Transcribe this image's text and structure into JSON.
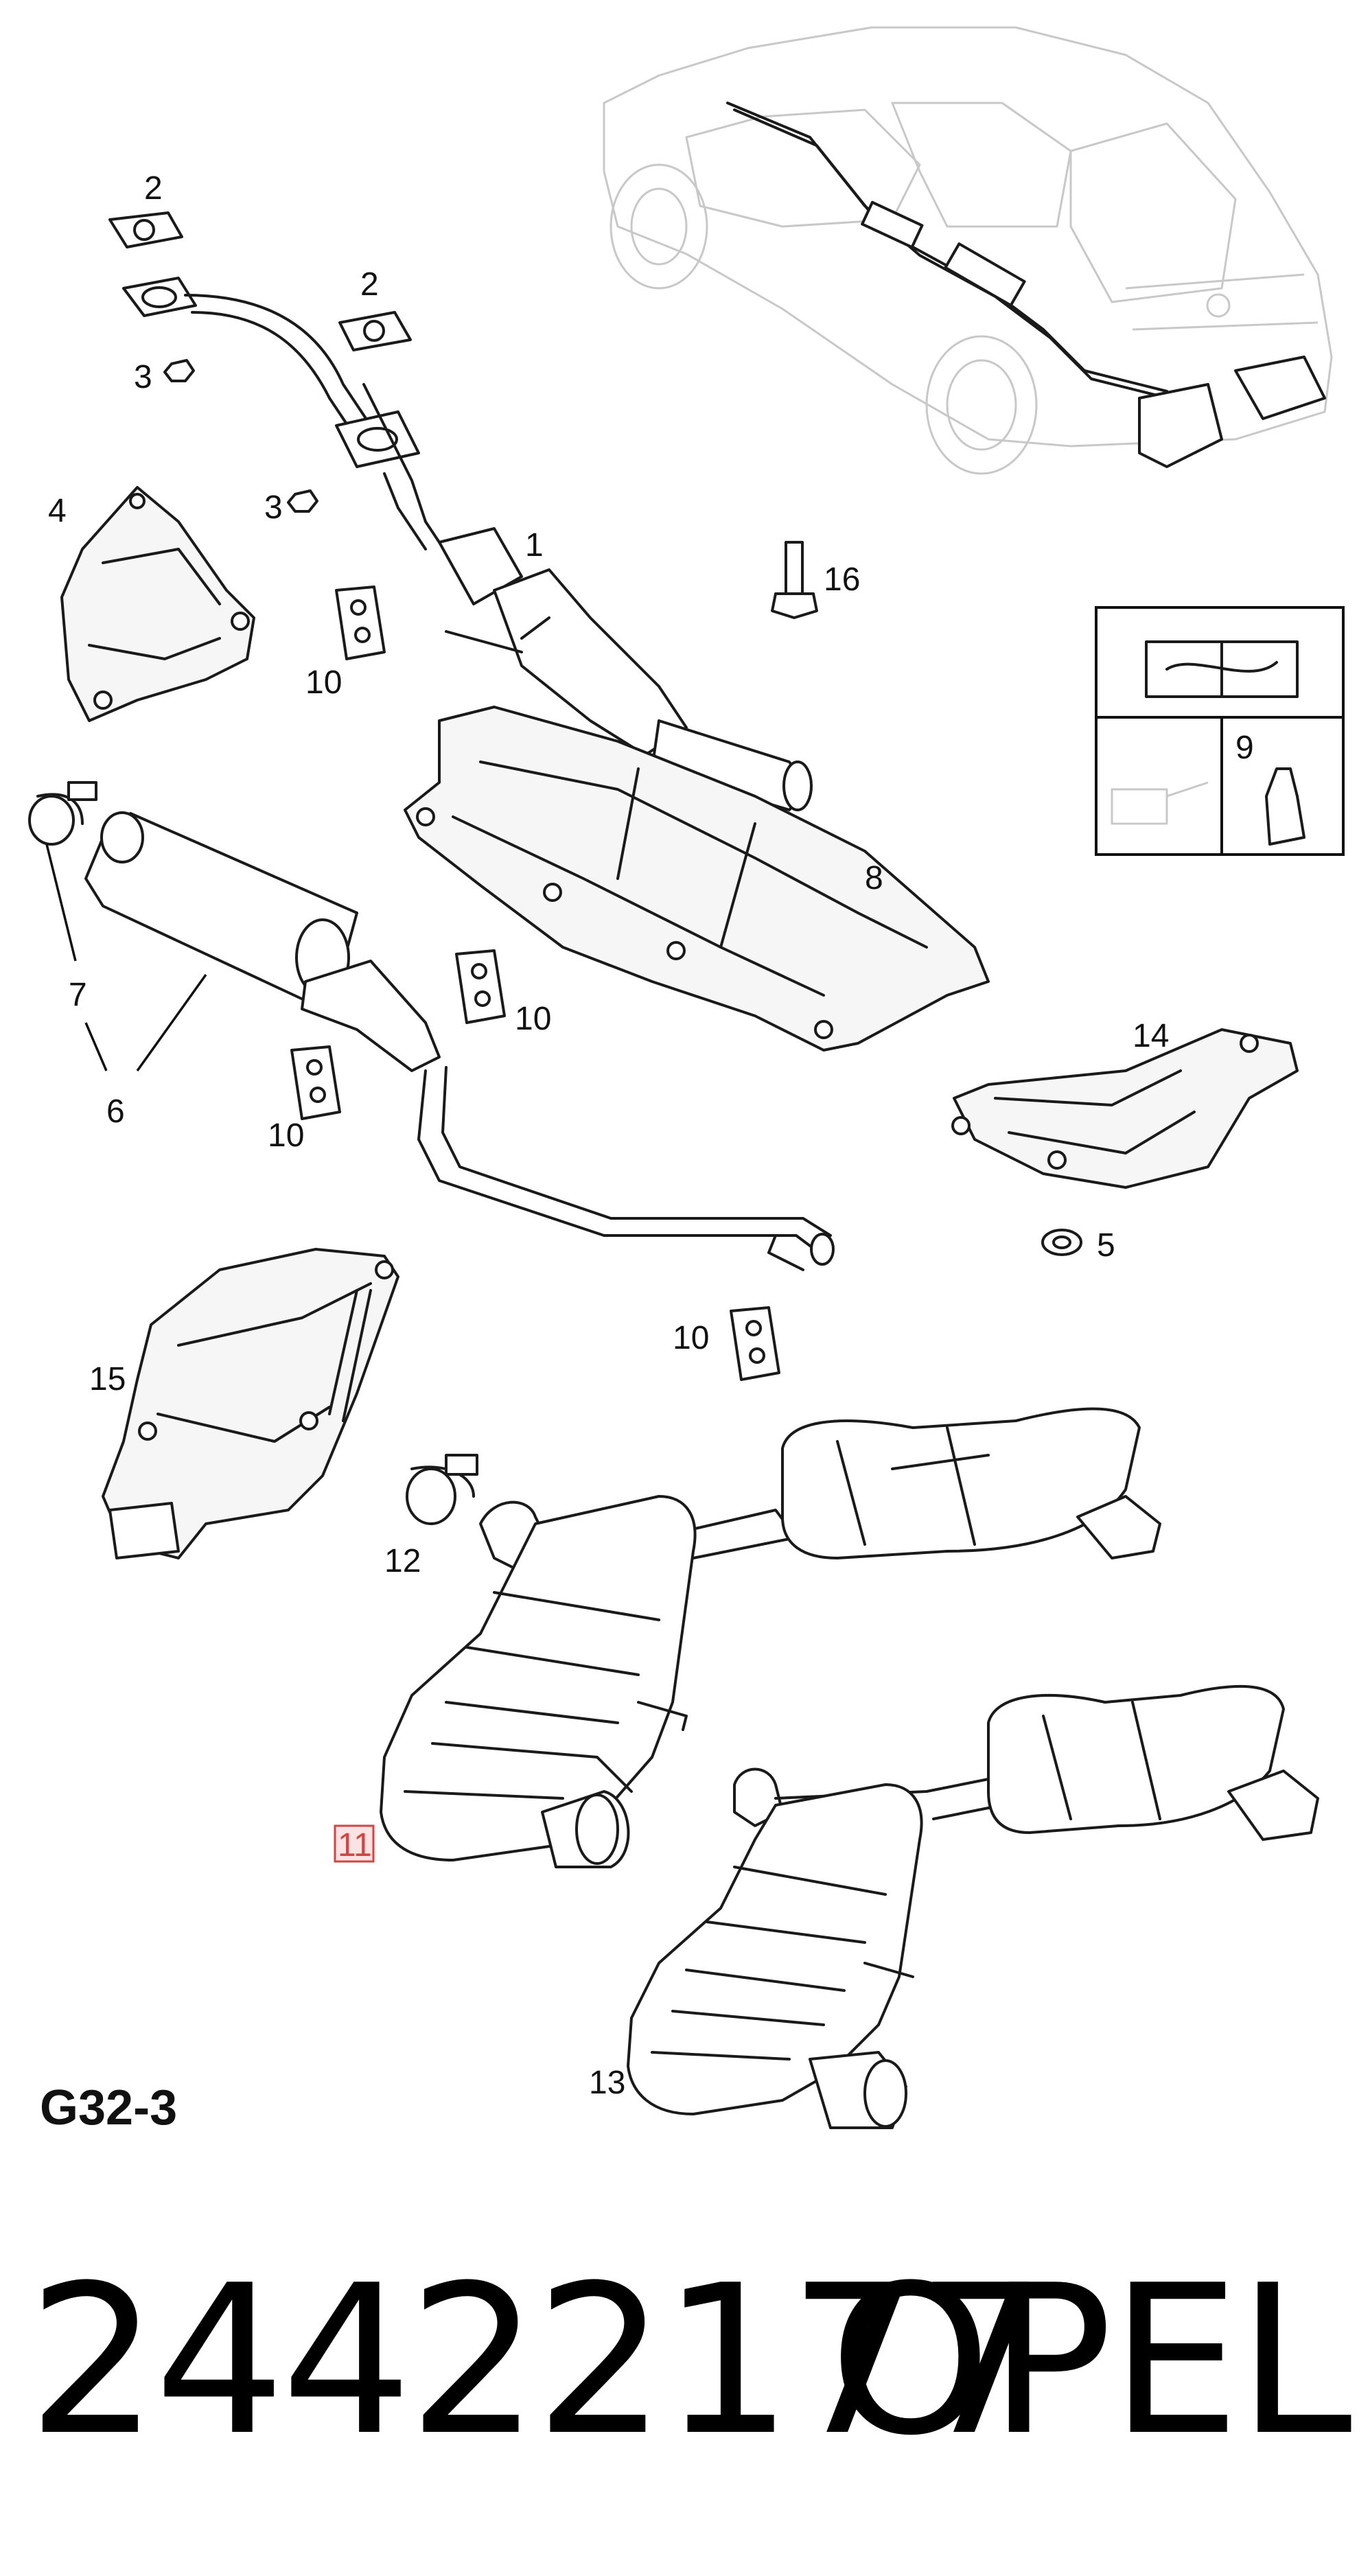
{
  "diagram": {
    "callouts": [
      {
        "id": "c2a",
        "label": "2"
      },
      {
        "id": "c2b",
        "label": "2"
      },
      {
        "id": "c3a",
        "label": "3"
      },
      {
        "id": "c3b",
        "label": "3"
      },
      {
        "id": "c4",
        "label": "4"
      },
      {
        "id": "c1",
        "label": "1"
      },
      {
        "id": "c16",
        "label": "16"
      },
      {
        "id": "c10a",
        "label": "10"
      },
      {
        "id": "c9",
        "label": "9"
      },
      {
        "id": "c8",
        "label": "8"
      },
      {
        "id": "c7",
        "label": "7"
      },
      {
        "id": "c6",
        "label": "6"
      },
      {
        "id": "c10b",
        "label": "10"
      },
      {
        "id": "c10c",
        "label": "10"
      },
      {
        "id": "c14",
        "label": "14"
      },
      {
        "id": "c5",
        "label": "5"
      },
      {
        "id": "c10d",
        "label": "10"
      },
      {
        "id": "c15",
        "label": "15"
      },
      {
        "id": "c12",
        "label": "12"
      },
      {
        "id": "c11",
        "label": "11",
        "highlighted": true
      },
      {
        "id": "c13",
        "label": "13"
      }
    ],
    "highlight_color": "#d24545"
  },
  "footer": {
    "page_code": "G32-3",
    "part_number": "24422177",
    "brand": "OPEL"
  }
}
